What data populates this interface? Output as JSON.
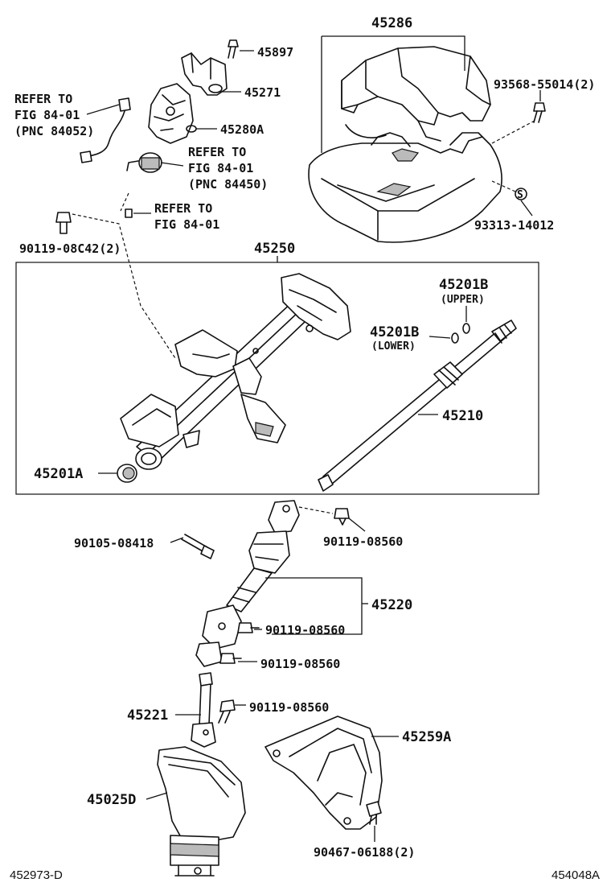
{
  "diagram": {
    "labels": {
      "p45286": "45286",
      "p45897": "45897",
      "p45271": "45271",
      "p45280A": "45280A",
      "p93568": "93568-55014(2)",
      "p93313": "93313-14012",
      "refer1_l1": "REFER TO",
      "refer1_l2": "FIG 84-01",
      "refer1_l3": "(PNC 84052)",
      "refer2_l1": "REFER TO",
      "refer2_l2": "FIG 84-01",
      "refer2_l3": "(PNC 84450)",
      "refer3_l1": "REFER TO",
      "refer3_l2": "FIG 84-01",
      "p90119_08C42": "90119-08C42(2)",
      "p45250": "45250",
      "p45201B_upper": "45201B",
      "upper_note": "(UPPER)",
      "p45201B_lower": "45201B",
      "lower_note": "(LOWER)",
      "p45210": "45210",
      "p45201A": "45201A",
      "p90105": "90105-08418",
      "p90119_a": "90119-08560",
      "p45220": "45220",
      "p90119_b": "90119-08560",
      "p90119_c": "90119-08560",
      "p45221": "45221",
      "p90119_d": "90119-08560",
      "p45259A": "45259A",
      "p45025D": "45025D",
      "p90467": "90467-06188(2)",
      "s_symbol": "S"
    },
    "footer": {
      "left_code": "452973-D",
      "right_code": "454048A"
    }
  }
}
